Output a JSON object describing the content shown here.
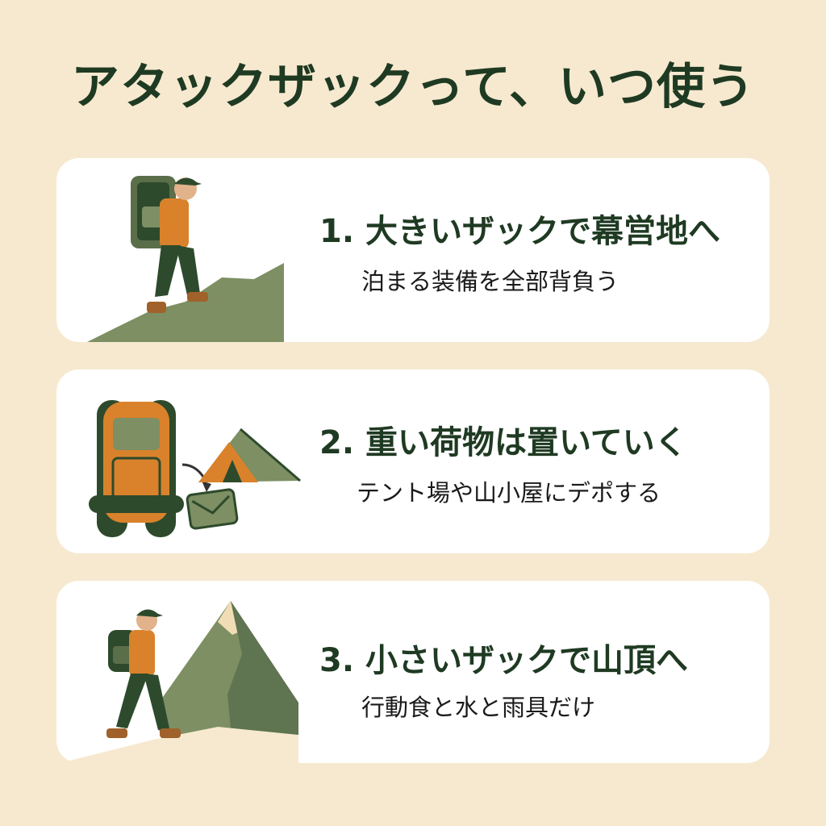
{
  "title": "アタックザックって、いつ使う",
  "cards": [
    {
      "heading": "1. 大きいザックで幕営地へ",
      "sub": "泊まる装備を全部背負う",
      "icons": [
        "hiker-large-backpack-icon",
        "hill-slope-icon"
      ]
    },
    {
      "heading": "2. 重い荷物は置いていく",
      "sub": "テント場や山小屋にデポする",
      "icons": [
        "large-backpack-icon",
        "tent-icon",
        "arrow-icon",
        "stuff-bag-icon"
      ]
    },
    {
      "heading": "3. 小さいザックで山頂へ",
      "sub": "行動食と水と雨具だけ",
      "icons": [
        "hiker-small-backpack-icon",
        "mountain-peak-icon"
      ]
    }
  ],
  "colors": {
    "background": "#f6e9cf",
    "card": "#ffffff",
    "heading": "#1f3a22",
    "olive": "#7d8f63",
    "dark_green": "#2e4a2c",
    "orange": "#d9822b"
  }
}
